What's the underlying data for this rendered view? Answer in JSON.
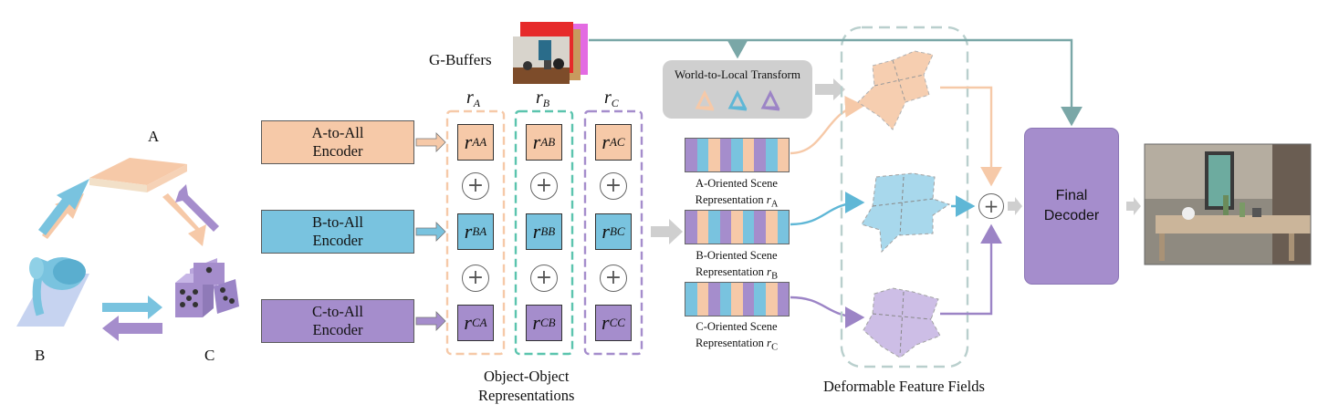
{
  "object_triangle": {
    "label_a": "A",
    "label_b": "B",
    "label_c": "C"
  },
  "gbuffers": {
    "label": "G-Buffers"
  },
  "encoders": [
    {
      "label": "A-to-All\nEncoder",
      "color": "#f6c9a8"
    },
    {
      "label": "B-to-All\nEncoder",
      "color": "#79c3df"
    },
    {
      "label": "C-to-All\nEncoder",
      "color": "#a58dcc"
    }
  ],
  "columns": {
    "headers": [
      {
        "base": "r",
        "sub": "A"
      },
      {
        "base": "r",
        "sub": "B"
      },
      {
        "base": "r",
        "sub": "C"
      }
    ],
    "border_colors": [
      "#f6c9a8",
      "#5bc4ae",
      "#a58dcc"
    ],
    "cells": [
      [
        "AA",
        "AB",
        "AC"
      ],
      [
        "BA",
        "BB",
        "BC"
      ],
      [
        "CA",
        "CB",
        "CC"
      ]
    ],
    "plus_symbol": "+",
    "caption": "Object-Object\nRepresentations"
  },
  "world_to_local": {
    "title": "World-to-Local Transform"
  },
  "scene_reps": [
    {
      "line1": "A-Oriented Scene",
      "line2": "Representation ",
      "sym": "r",
      "sub": "A"
    },
    {
      "line1": "B-Oriented Scene",
      "line2": "Representation ",
      "sym": "r",
      "sub": "B"
    },
    {
      "line1": "C-Oriented Scene",
      "line2": "Representation ",
      "sym": "r",
      "sub": "C"
    }
  ],
  "feature_fields": {
    "caption": "Deformable Feature Fields"
  },
  "sum_symbol": "+",
  "final_decoder": {
    "label": "Final\nDecoder"
  },
  "colors": {
    "peach": "#f6c9a8",
    "blue": "#79c3df",
    "purple": "#a58dcc",
    "teal": "#7aa7a7",
    "gray": "#cfcfcf"
  }
}
